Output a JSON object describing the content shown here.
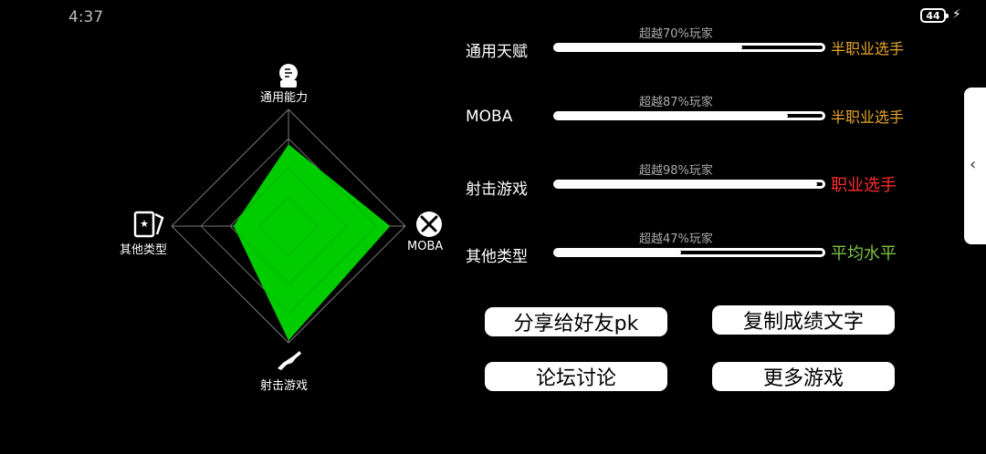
{
  "status": {
    "time": "4:37",
    "battery": "44"
  },
  "radar": {
    "axes": [
      {
        "label": "通用能力",
        "icon": "head-icon",
        "value": 0.7
      },
      {
        "label": "MOBA",
        "icon": "crossed-swords-icon",
        "value": 0.87
      },
      {
        "label": "射击游戏",
        "icon": "rifle-icon",
        "value": 0.98
      },
      {
        "label": "其他类型",
        "icon": "card-star-icon",
        "value": 0.47
      }
    ],
    "fill_color": "#00cc00"
  },
  "stats": [
    {
      "name": "通用天赋",
      "percent_text": "超越70%玩家",
      "percent": 0.7,
      "level": "半职业选手",
      "level_color": "#e7a62b"
    },
    {
      "name": "MOBA",
      "percent_text": "超越87%玩家",
      "percent": 0.87,
      "level": "半职业选手",
      "level_color": "#e7a62b"
    },
    {
      "name": "射击游戏",
      "percent_text": "超越98%玩家",
      "percent": 0.98,
      "level": "职业选手",
      "level_color": "#ff2a2a"
    },
    {
      "name": "其他类型",
      "percent_text": "超越47%玩家",
      "percent": 0.47,
      "level": "平均水平",
      "level_color": "#7cc242"
    }
  ],
  "buttons": {
    "share": "分享给好友pk",
    "copy": "复制成绩文字",
    "forum": "论坛讨论",
    "more": "更多游戏"
  }
}
